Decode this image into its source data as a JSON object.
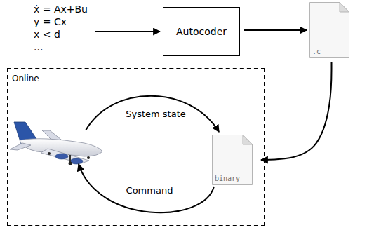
{
  "diagram": {
    "nodes": [
      {
        "text": [
          "ẋ = Ax+Bu",
          "y = Cx",
          "x < d",
          "..."
        ]
      },
      {
        "text": [
          "Autocoder"
        ]
      },
      {
        "text": [
          ".c"
        ]
      },
      {
        "text": [
          "Online"
        ]
      },
      {
        "text": [
          "binary"
        ],
        "in": 3
      }
    ],
    "edges": [
      {
        "from": 0,
        "to": 1,
        "arrow": "to"
      },
      {
        "from": 1,
        "to": 2,
        "arrow": "to"
      },
      {
        "from": 2,
        "to": 4,
        "arrow": "to"
      }
    ],
    "labels": [
      "System state",
      "Command"
    ]
  }
}
